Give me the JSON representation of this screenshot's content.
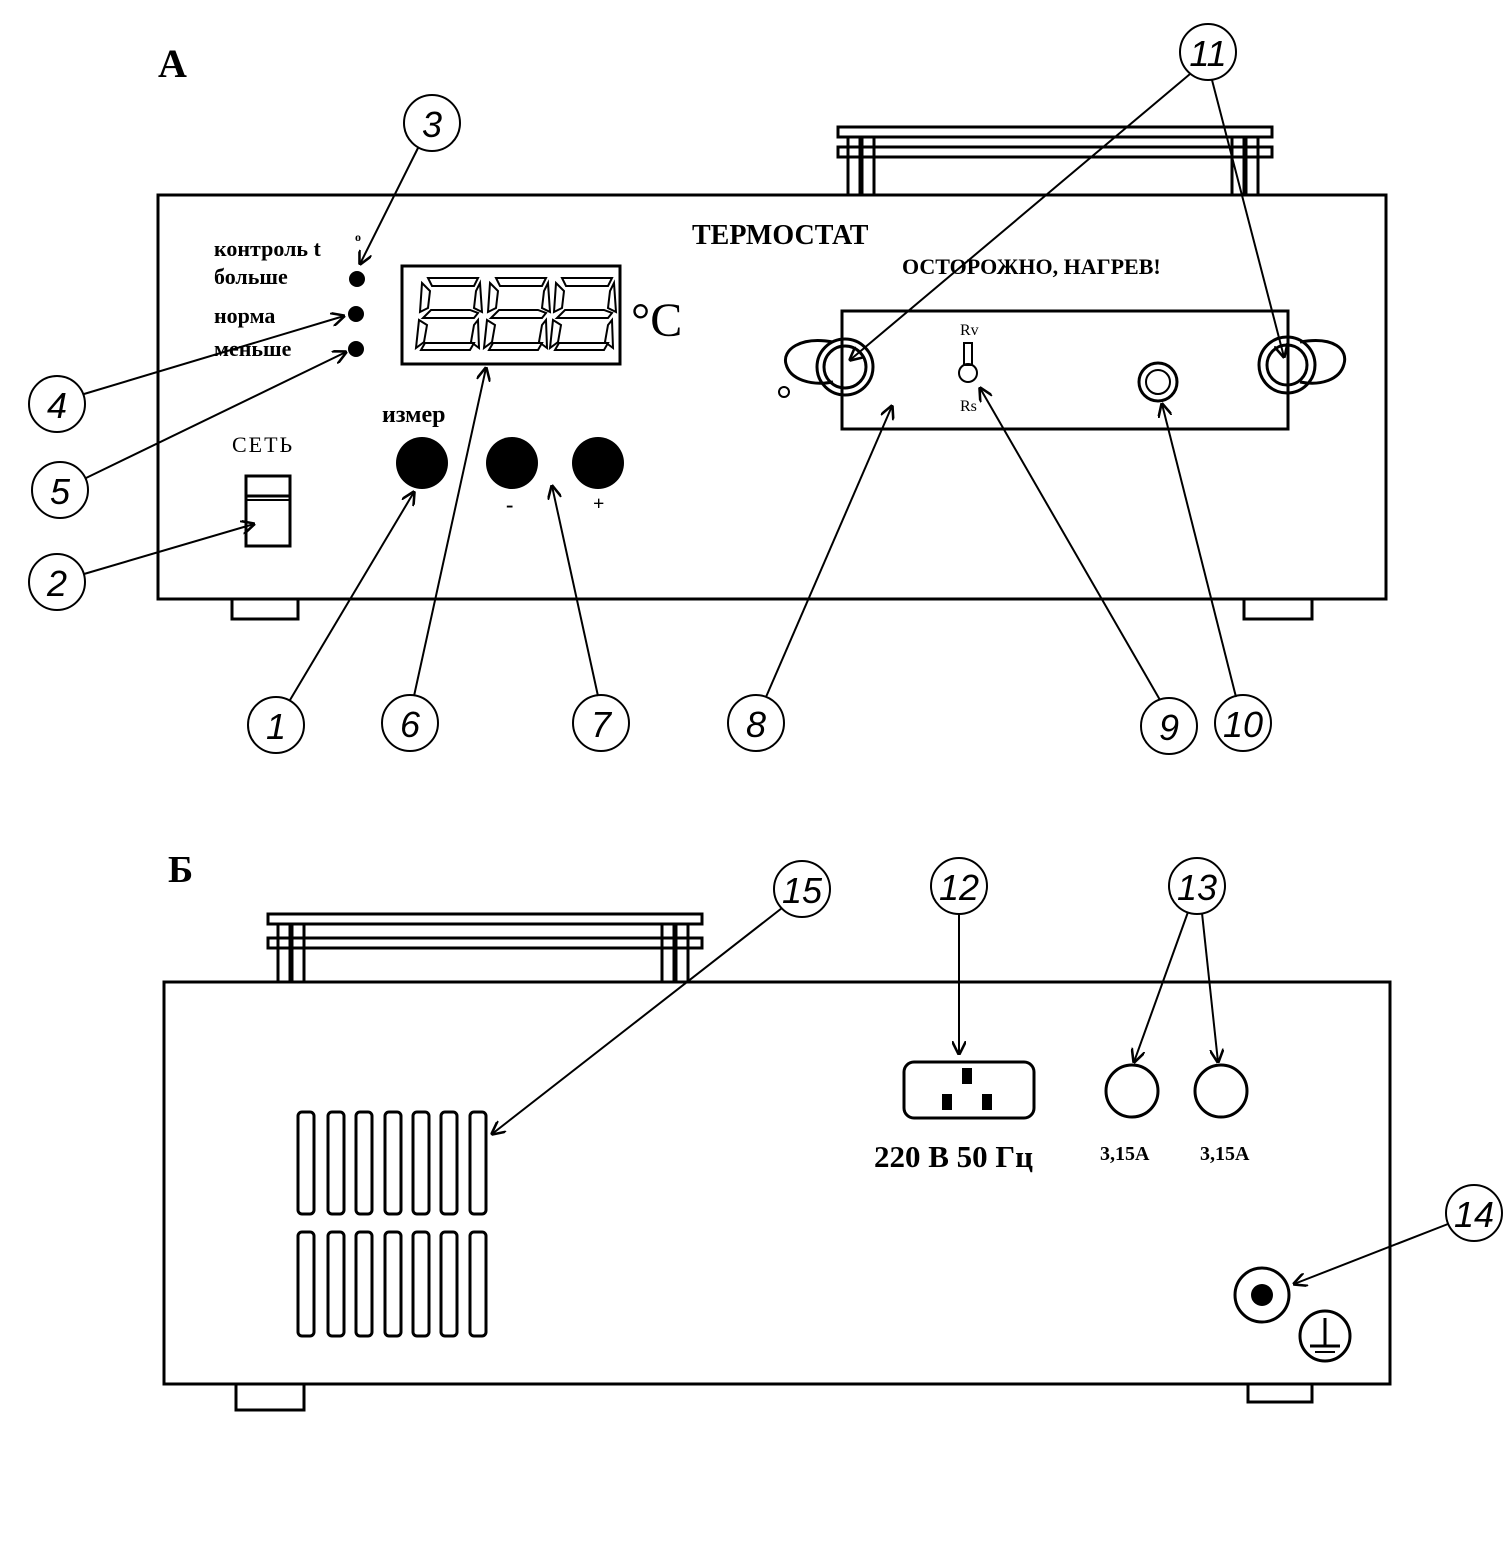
{
  "labels": {
    "view_front": "А",
    "view_back": "Б",
    "device_title": "ТЕРМОСТАТ",
    "warning": "ОСТОРОЖНО, НАГРЕВ!",
    "control_t": "контроль t",
    "degree_small": "o",
    "more": "больше",
    "norm": "норма",
    "less": "меньше",
    "network": "СЕТЬ",
    "measure": "измер",
    "minus": "-",
    "plus": "+",
    "celsius": "°C",
    "rv": "Rv",
    "rs": "Rs",
    "power_rating": "220 В  50 Гц",
    "fuse_left": "3,15А",
    "fuse_right": "3,15А"
  },
  "callouts": [
    "1",
    "2",
    "3",
    "4",
    "5",
    "6",
    "7",
    "8",
    "9",
    "10",
    "11",
    "12",
    "13",
    "14",
    "15"
  ],
  "colors": {
    "ink": "#000000",
    "paper": "#ffffff"
  },
  "icons": {
    "ground": "ground-symbol-icon"
  }
}
